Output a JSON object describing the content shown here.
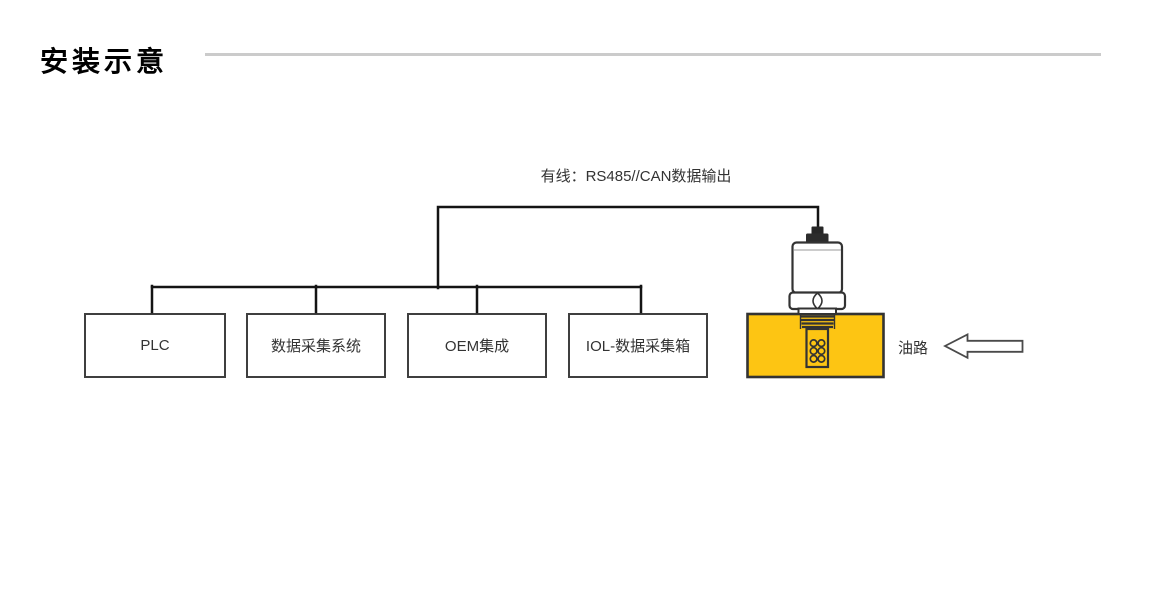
{
  "page": {
    "title": "安装示意"
  },
  "diagram": {
    "connection_label": "有线：RS485//CAN数据输出",
    "nodes": [
      {
        "label": "PLC"
      },
      {
        "label": "数据采集系统"
      },
      {
        "label": "OEM集成"
      },
      {
        "label": "IOL-数据采集箱"
      }
    ],
    "oil_channel": {
      "label": "油路"
    },
    "icons": {
      "sensor": "oil-sensor-probe-icon",
      "flow_arrow": "flow-direction-left-arrow-icon"
    },
    "colors": {
      "oil_block_fill": "#FDC513",
      "tree_line": "#141414",
      "node_border": "#3F3F3F",
      "sensor_outline": "#333333",
      "divider": "#CBCBCB"
    }
  }
}
